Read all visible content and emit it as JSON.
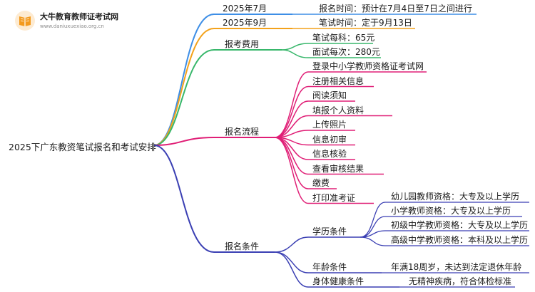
{
  "logo": {
    "name": "大牛教育教师证考试网",
    "url": "www.daniuxuexiao.org.cn"
  },
  "colors": {
    "blue": "#3d8ee6",
    "orange": "#f3a21b",
    "green": "#38b76b",
    "magenta": "#e01e76",
    "purple": "#3a3fb3"
  },
  "root": "2025下广东教资笔试报名和考试安排",
  "branches": {
    "july": {
      "label": "2025年7月",
      "child": "报名时间：预计在7月4日至7日之间进行"
    },
    "sept": {
      "label": "2025年9月",
      "child": "笔试时间：定于9月13日"
    },
    "fee": {
      "label": "报考费用",
      "children": [
        "笔试每科：65元",
        "面试每次：280元"
      ]
    },
    "process": {
      "label": "报名流程",
      "children": [
        "登录中小学教师资格证考试网",
        "注册相关信息",
        "阅读须知",
        "填报个人资料",
        "上传照片",
        "信息初审",
        "信息核验",
        "查看审核结果",
        "缴费",
        "打印准考证"
      ]
    },
    "conditions": {
      "label": "报名条件",
      "education": {
        "label": "学历条件",
        "children": [
          "幼儿园教师资格：大专及以上学历",
          "小学教师资格：大专及以上学历",
          "初级中学教师资格：大专及以上学历",
          "高级中学教师资格：本科及以上学历"
        ]
      },
      "age": {
        "label": "年龄条件",
        "child": "年满18周岁，未达到法定退休年龄"
      },
      "health": {
        "label": "身体健康条件",
        "child": "无精神疾病，符合体检标准"
      }
    }
  }
}
